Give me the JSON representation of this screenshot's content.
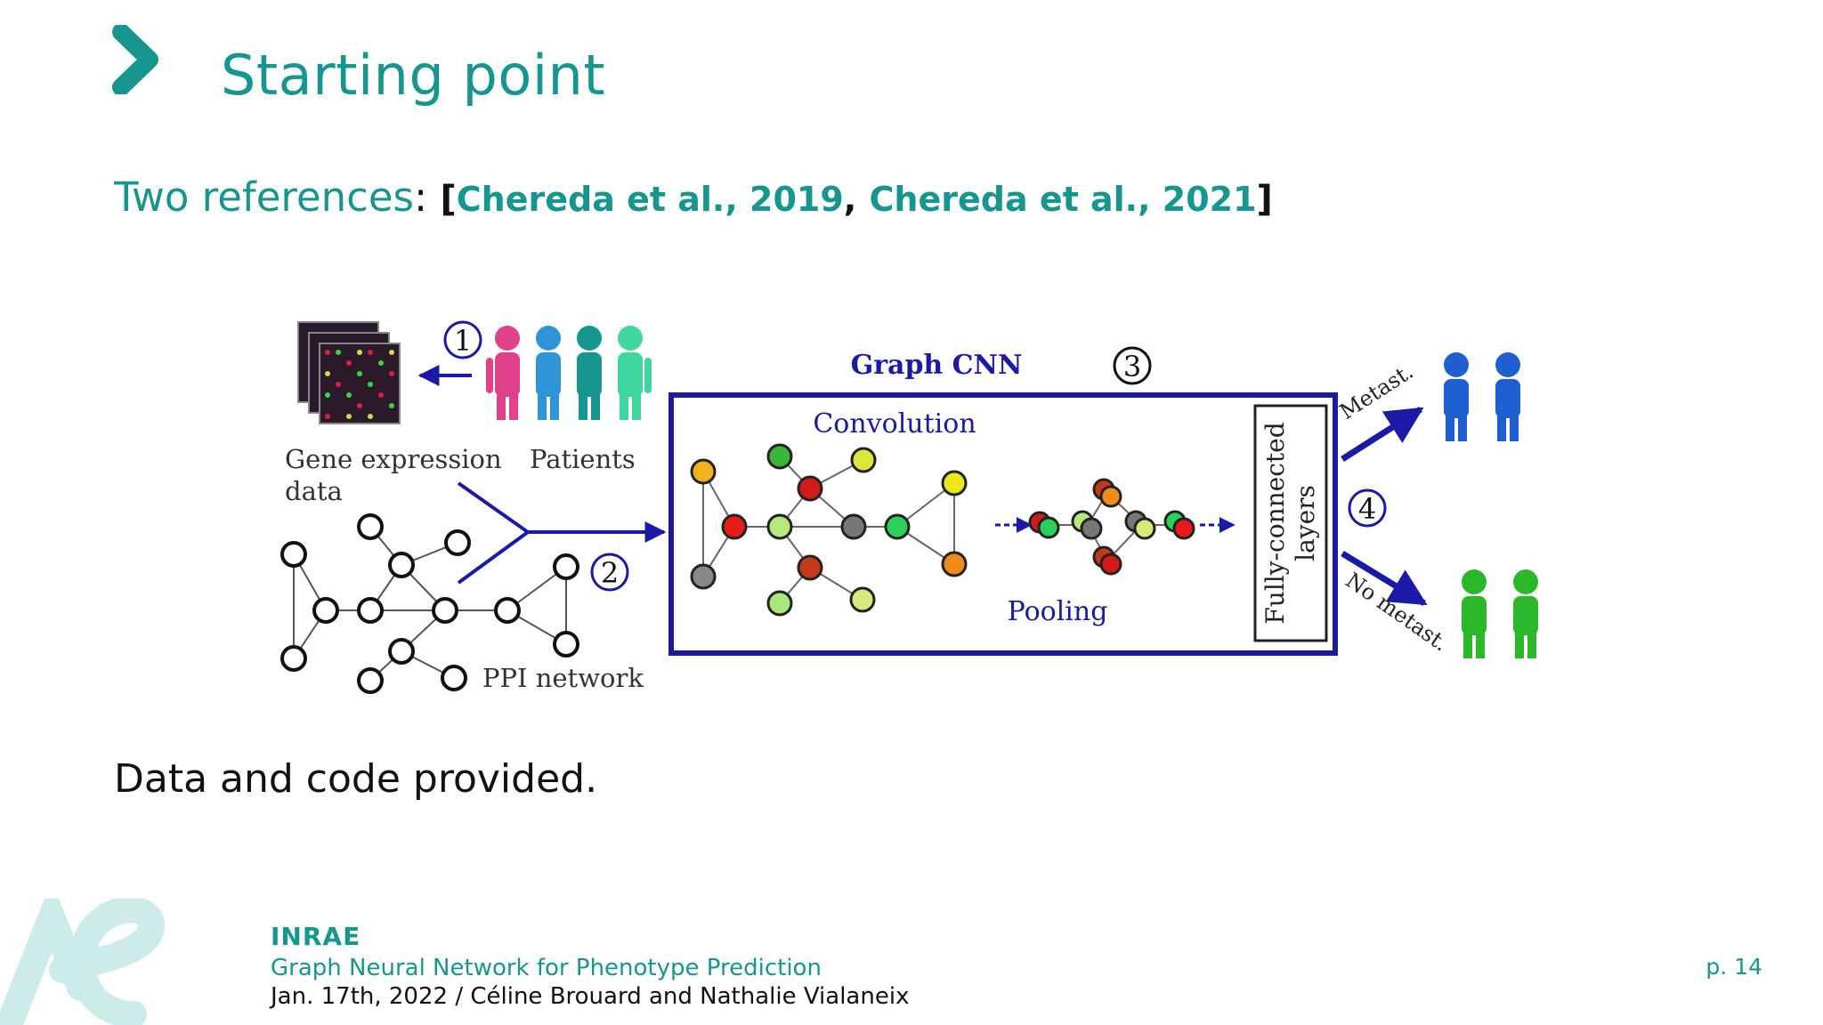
{
  "slide": {
    "title": "Starting point",
    "refs_label": "Two references",
    "refs_colon": ":",
    "bracket_open": "[",
    "ref1": "Chereda et al., 2019",
    "ref_sep": ",",
    "ref2": "Chereda et al., 2021",
    "bracket_close": "]",
    "body": "Data and code provided."
  },
  "figure": {
    "labels": {
      "gene_expression_1": "Gene expression",
      "gene_expression_2": "data",
      "patients": "Patients",
      "ppi": "PPI network",
      "graph_cnn": "Graph CNN",
      "convolution": "Convolution",
      "pooling": "Pooling",
      "fc_1": "Fully-connected",
      "fc_2": "layers",
      "metast": "Metast.",
      "no_metast": "No metast."
    },
    "steps": [
      "1",
      "2",
      "3",
      "4"
    ]
  },
  "footer": {
    "brand": "INRAE",
    "title": "Graph Neural Network for Phenotype Prediction",
    "date_authors": "Jan. 17th, 2022 / Céline Brouard and Nathalie Vialaneix",
    "page": "p. 14"
  },
  "colors": {
    "accent": "#16968f",
    "diagram_blue": "#1a1aa6",
    "logo_light": "#cdebe9"
  }
}
